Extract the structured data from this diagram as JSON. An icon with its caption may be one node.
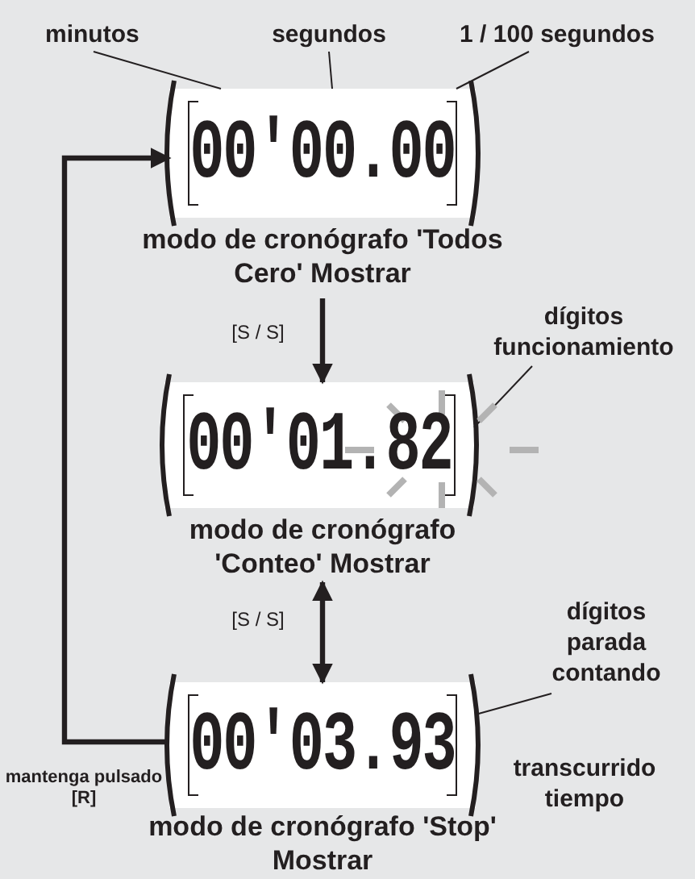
{
  "diagram": {
    "nodes": [
      {
        "text": [
          "00'00.00"
        ],
        "beside": [
          "modo de cronógrafo 'Todos Cero' Mostrar"
        ]
      },
      {
        "text": [
          "00'01.82"
        ],
        "beside": [
          "modo de cronógrafo 'Conteo' Mostrar"
        ]
      },
      {
        "text": [
          "00'03.93"
        ],
        "beside": [
          "modo de cronógrafo 'Stop' Mostrar"
        ]
      },
      {
        "text": [
          "minutos"
        ]
      },
      {
        "text": [
          "segundos"
        ]
      },
      {
        "text": [
          "1 / 100 segundos"
        ]
      },
      {
        "text": [
          "dígitos funcionamiento"
        ]
      },
      {
        "text": [
          "dígitos parada contando"
        ]
      }
    ],
    "edges": [
      {
        "from": 0,
        "to": 1,
        "arrow": "to",
        "label": "[S / S]",
        "style": "thick"
      },
      {
        "from": 1,
        "to": 2,
        "arrow": "both",
        "label": "[S / S]",
        "style": "thick"
      },
      {
        "from": 2,
        "to": 0,
        "arrow": "to",
        "label": "mantenga pulsado [R]",
        "style": "thick"
      },
      {
        "from": 3,
        "to": 0,
        "arrow": "none"
      },
      {
        "from": 4,
        "to": 0,
        "arrow": "none"
      },
      {
        "from": 5,
        "to": 0,
        "arrow": "none"
      },
      {
        "from": 6,
        "to": 1,
        "arrow": "none"
      },
      {
        "from": 7,
        "to": 2,
        "arrow": "none"
      }
    ],
    "labels": [
      "transcurrido tiempo"
    ]
  }
}
